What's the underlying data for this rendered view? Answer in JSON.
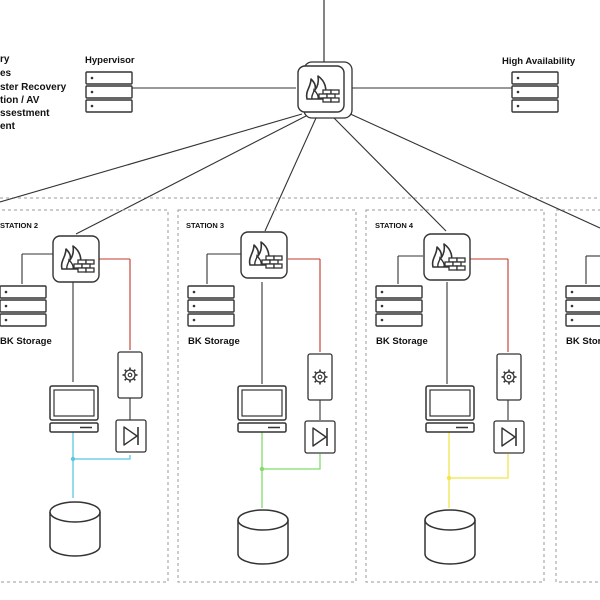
{
  "top_labels": {
    "hypervisor": "Hypervisor",
    "high_availability": "High Availability"
  },
  "legend": [
    "ry",
    "es",
    "ster Recovery",
    "tion / AV",
    "ssestment",
    "ent"
  ],
  "stations": [
    {
      "title": "STATION 2",
      "storage_label": "BK Storage",
      "link_color": "#5bc8e0"
    },
    {
      "title": "STATION 3",
      "storage_label": "BK Storage",
      "link_color": "#7fdd6a"
    },
    {
      "title": "STATION 4",
      "storage_label": "BK Storage",
      "link_color": "#f2e44a"
    },
    {
      "title": "",
      "storage_label": "BK Storage",
      "link_color": ""
    }
  ],
  "colors": {
    "firewall_to_device_line": "#c0392b",
    "frame": "#999999",
    "line": "#333333"
  }
}
